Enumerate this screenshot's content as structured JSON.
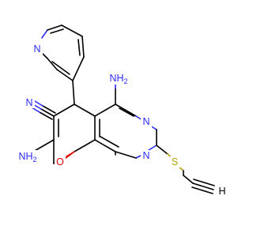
{
  "colors": {
    "bond": "#000000",
    "nitrogen": "#2b2bff",
    "oxygen": "#e00000",
    "sulfur": "#b3a100",
    "background": "#ffffff"
  },
  "labels": {
    "pyridine_n": "N",
    "nitrile_n": "N",
    "amine_top": "NH",
    "amine_top_sub": "2",
    "amine_bottom": "NH",
    "amine_bottom_sub": "2",
    "ring_n_right": "N",
    "ring_n_bottom": "N",
    "oxygen": "O",
    "sulfur": "S",
    "alkyne_terminal": "H"
  }
}
